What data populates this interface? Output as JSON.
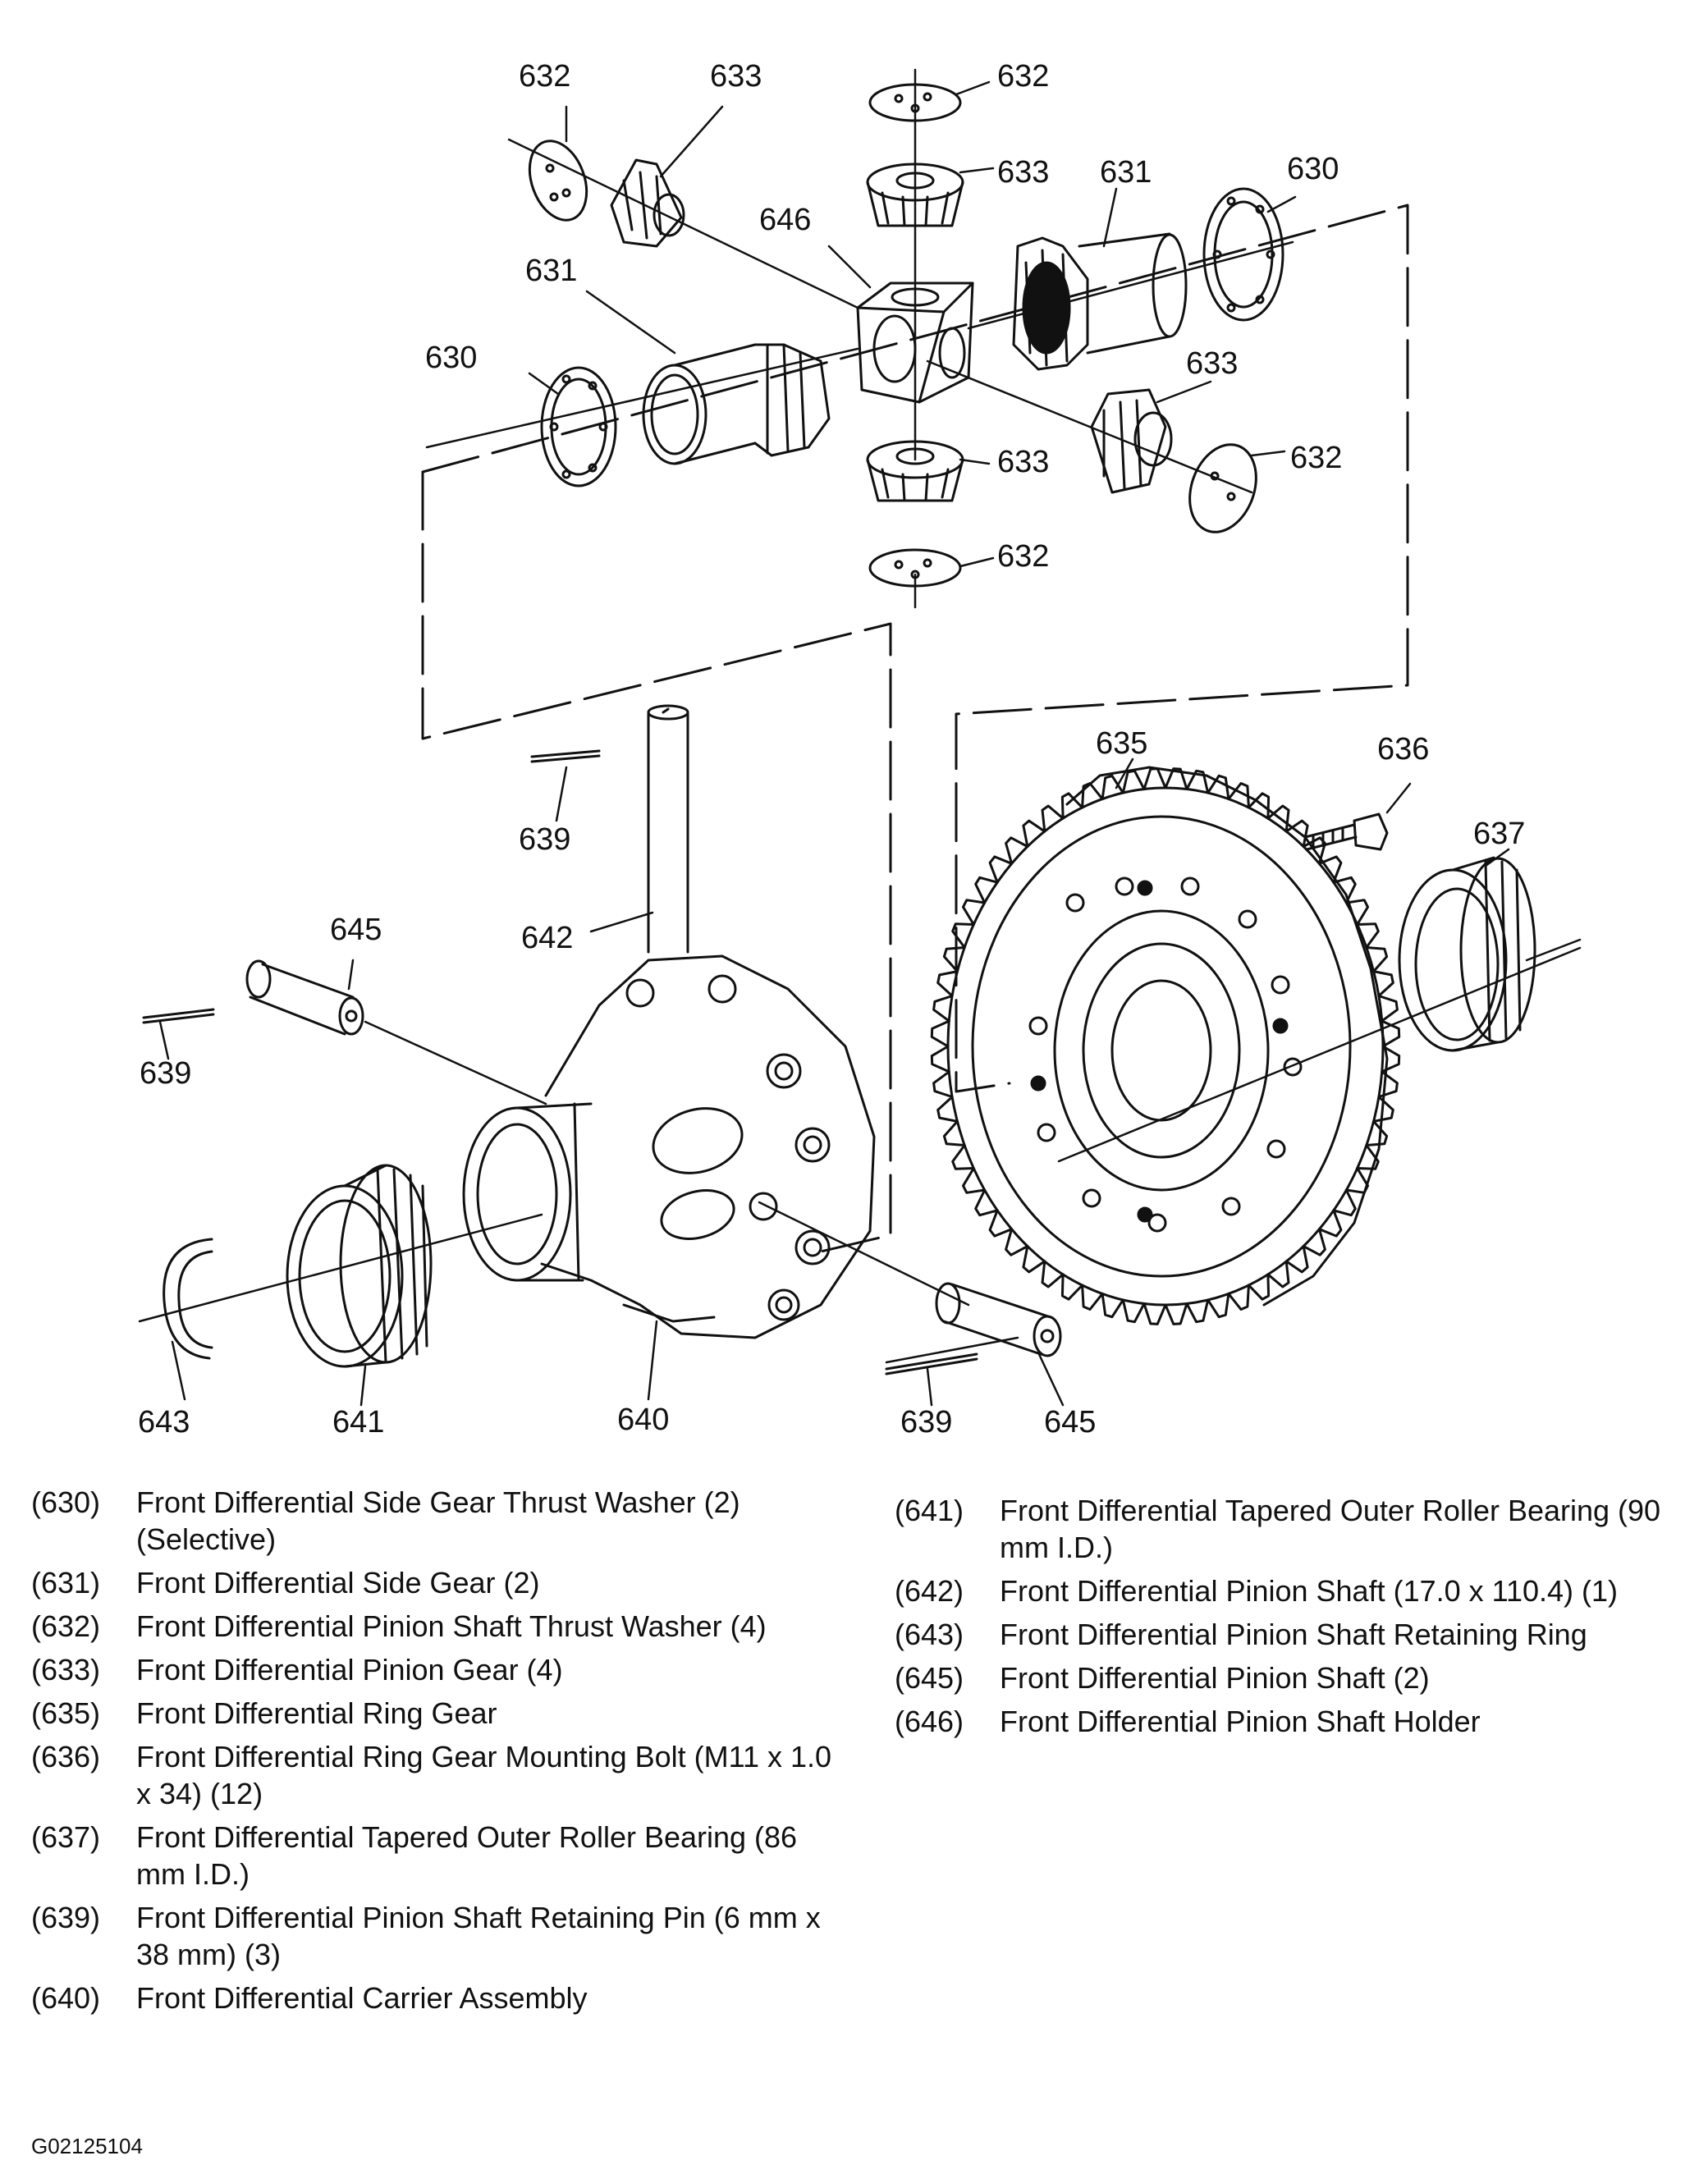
{
  "callouts": {
    "c632a": "632",
    "c633a": "633",
    "c632b": "632",
    "c633b": "633",
    "c631a": "631",
    "c630a": "630",
    "c646": "646",
    "c631b": "631",
    "c630b": "630",
    "c633c": "633",
    "c633d": "633",
    "c632c": "632",
    "c632d": "632",
    "c635": "635",
    "c636": "636",
    "c637": "637",
    "c639a": "639",
    "c642": "642",
    "c645a": "645",
    "c639b": "639",
    "c643": "643",
    "c641": "641",
    "c640": "640",
    "c639c": "639",
    "c645b": "645"
  },
  "legend_left": [
    {
      "num": "(630)",
      "text": "Front Differential Side Gear Thrust Washer (2) (Selective)"
    },
    {
      "num": "(631)",
      "text": "Front Differential Side Gear (2)"
    },
    {
      "num": "(632)",
      "text": "Front Differential Pinion Shaft Thrust Washer (4)"
    },
    {
      "num": "(633)",
      "text": "Front Differential Pinion Gear (4)"
    },
    {
      "num": "(635)",
      "text": "Front Differential Ring Gear"
    },
    {
      "num": "(636)",
      "text": "Front Differential Ring Gear Mounting Bolt (M11 x 1.0 x 34) (12)"
    },
    {
      "num": "(637)",
      "text": "Front Differential Tapered Outer Roller Bearing (86 mm I.D.)"
    },
    {
      "num": "(639)",
      "text": "Front Differential Pinion Shaft Retaining Pin (6 mm x 38 mm) (3)"
    },
    {
      "num": "(640)",
      "text": "Front Differential Carrier Assembly"
    }
  ],
  "legend_right": [
    {
      "num": "(641)",
      "text": "Front Differential Tapered Outer Roller Bearing (90 mm I.D.)"
    },
    {
      "num": "(642)",
      "text": "Front Differential Pinion Shaft (17.0 x 110.4) (1)"
    },
    {
      "num": "(643)",
      "text": "Front Differential Pinion Shaft Retaining Ring"
    },
    {
      "num": "(645)",
      "text": "Front Differential Pinion Shaft (2)"
    },
    {
      "num": "(646)",
      "text": "Front Differential Pinion Shaft Holder"
    }
  ],
  "figure_code": "G02125104"
}
